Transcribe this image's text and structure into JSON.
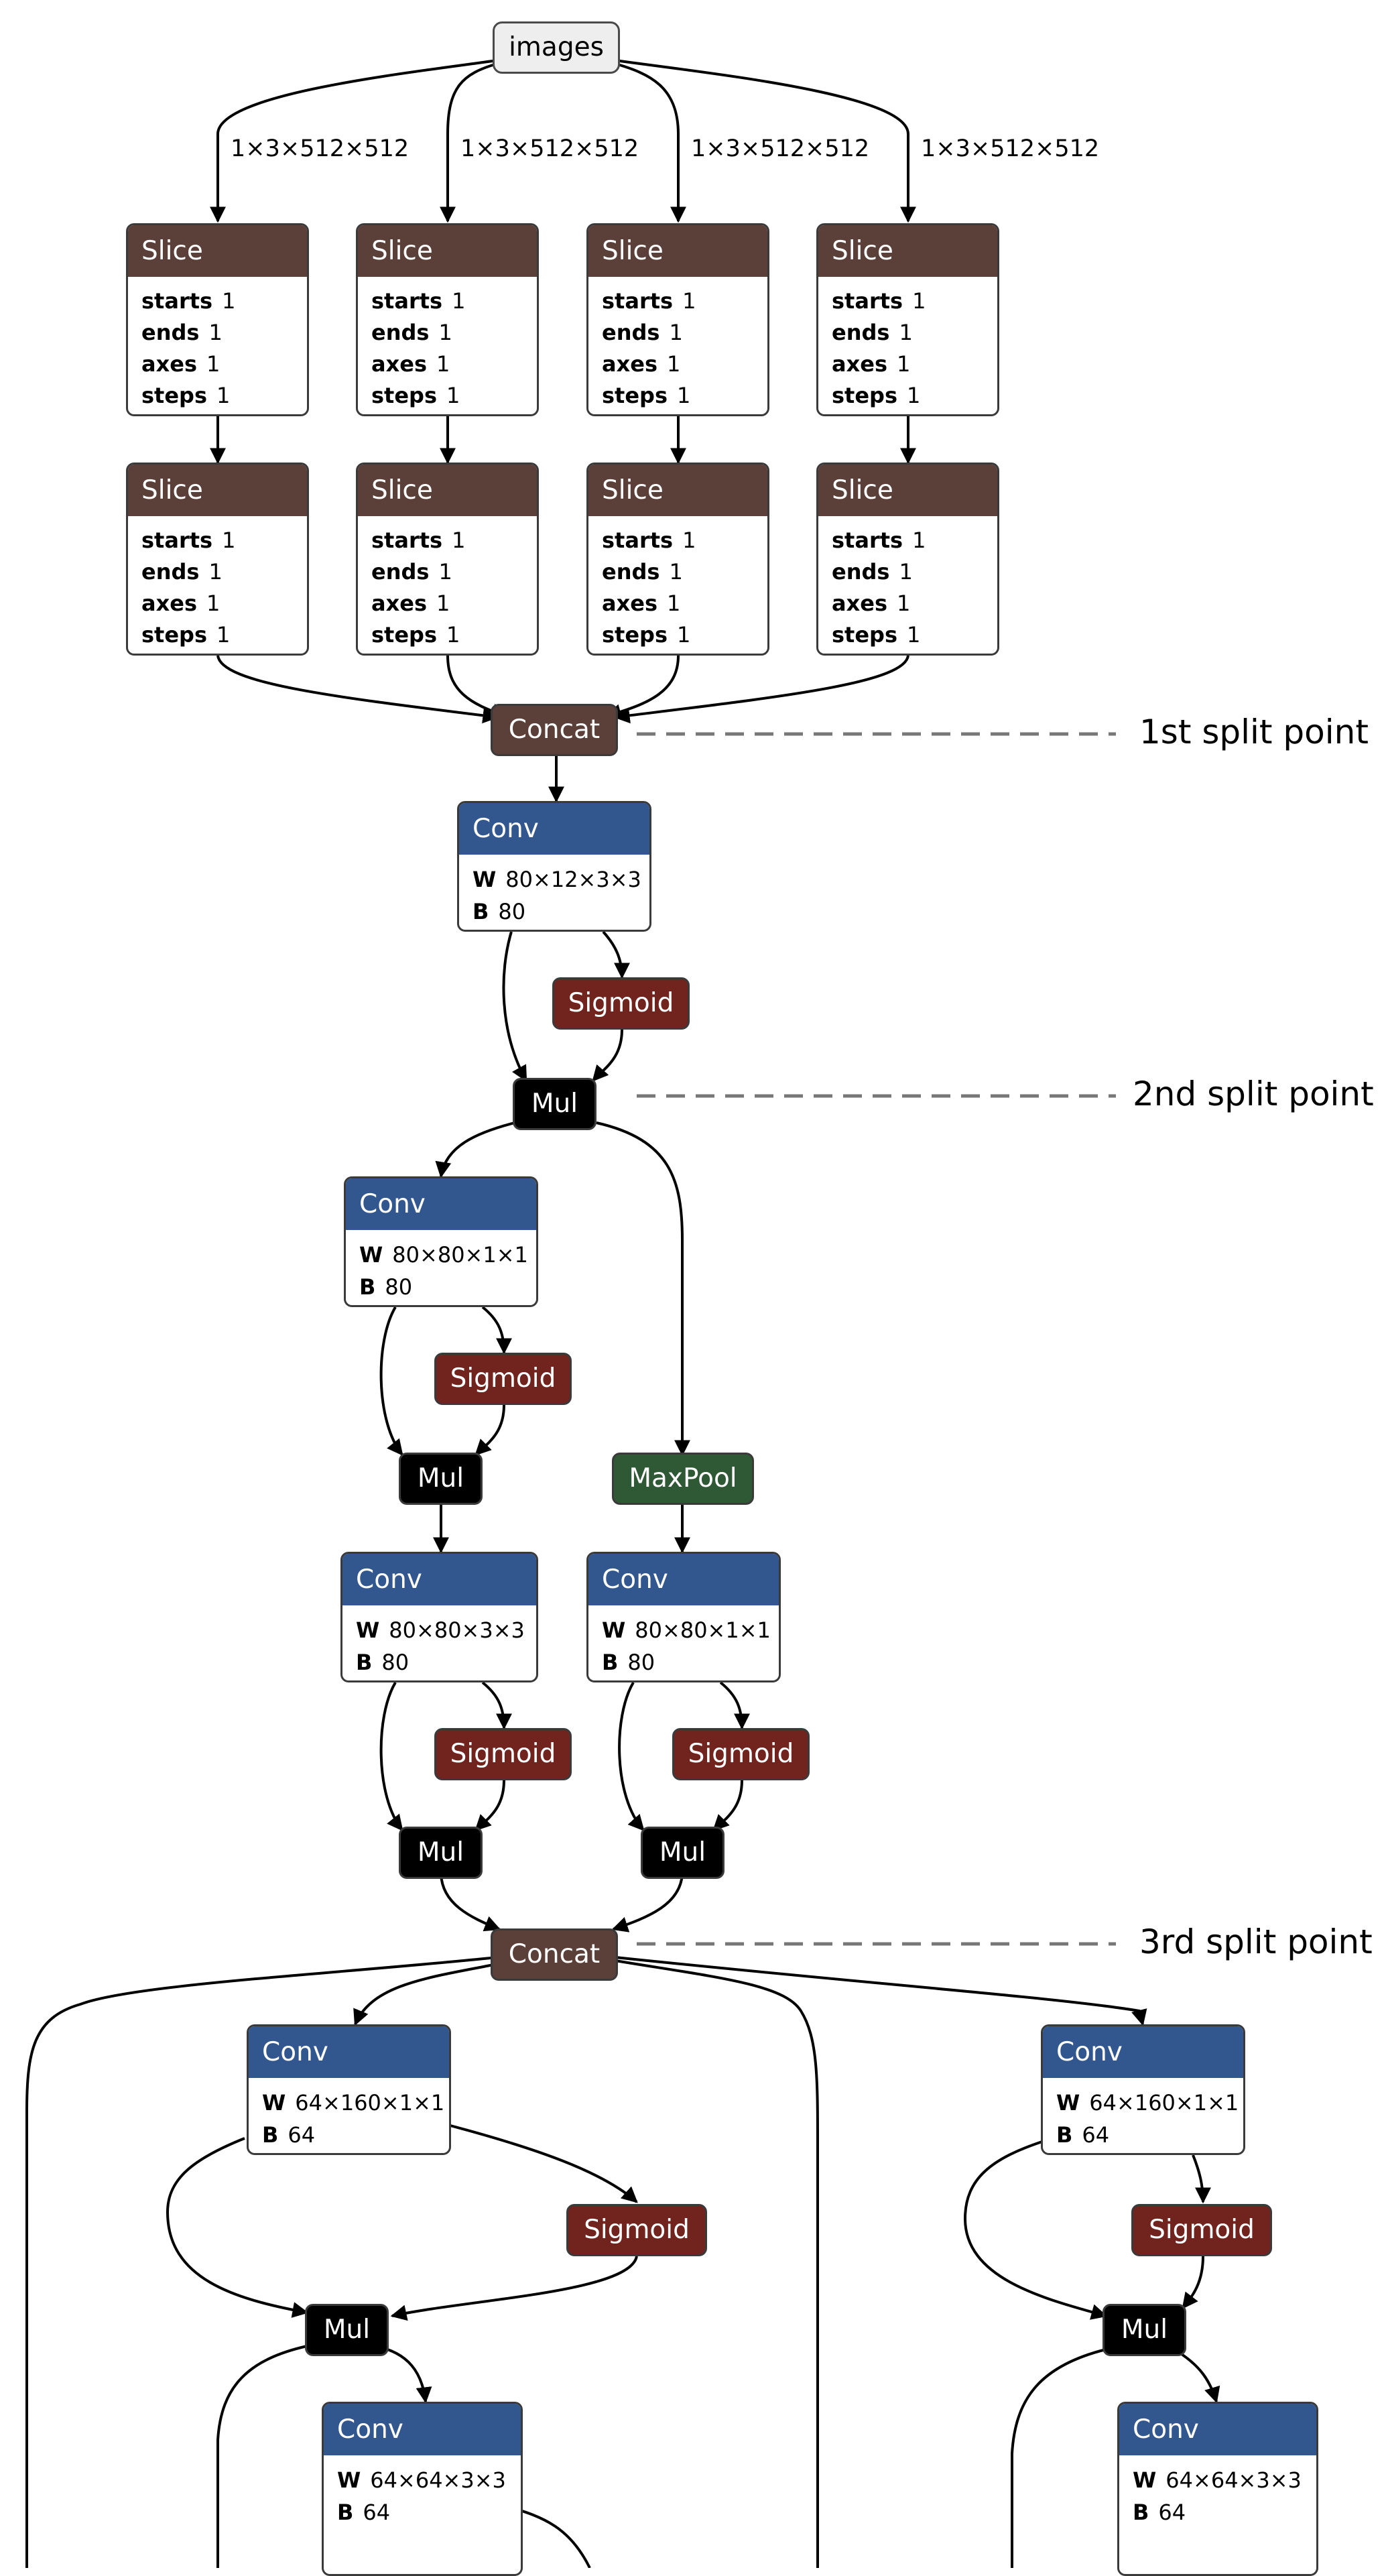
{
  "input": {
    "label": "images",
    "shape": "1×3×512×512"
  },
  "slices": [
    {
      "op": "Slice",
      "attrs": [
        {
          "k": "starts",
          "v": "1"
        },
        {
          "k": "ends",
          "v": "1"
        },
        {
          "k": "axes",
          "v": "1"
        },
        {
          "k": "steps",
          "v": "1"
        }
      ]
    }
  ],
  "ops": {
    "concat": "Concat",
    "conv": "Conv",
    "sigmoid": "Sigmoid",
    "mul": "Mul",
    "maxpool": "MaxPool"
  },
  "convs": [
    {
      "w": "80×12×3×3",
      "b": "80"
    },
    {
      "w": "80×80×1×1",
      "b": "80"
    },
    {
      "w": "80×80×3×3",
      "b": "80"
    },
    {
      "w": "80×80×1×1",
      "b": "80"
    },
    {
      "w": "64×160×1×1",
      "b": "64"
    },
    {
      "w": "64×160×1×1",
      "b": "64"
    },
    {
      "w": "64×64×3×3",
      "b": "64"
    },
    {
      "w": "64×64×3×3",
      "b": "64"
    }
  ],
  "attr_keys": {
    "w": "W",
    "b": "B"
  },
  "split_points": [
    "1st split point",
    "2nd split point",
    "3rd split point"
  ],
  "colors": {
    "slice": "#5b3f39",
    "conv": "#32568e",
    "sigmoid": "#71231e",
    "mul": "#000000",
    "maxpool": "#2f5834",
    "concat": "#5b3f39"
  }
}
